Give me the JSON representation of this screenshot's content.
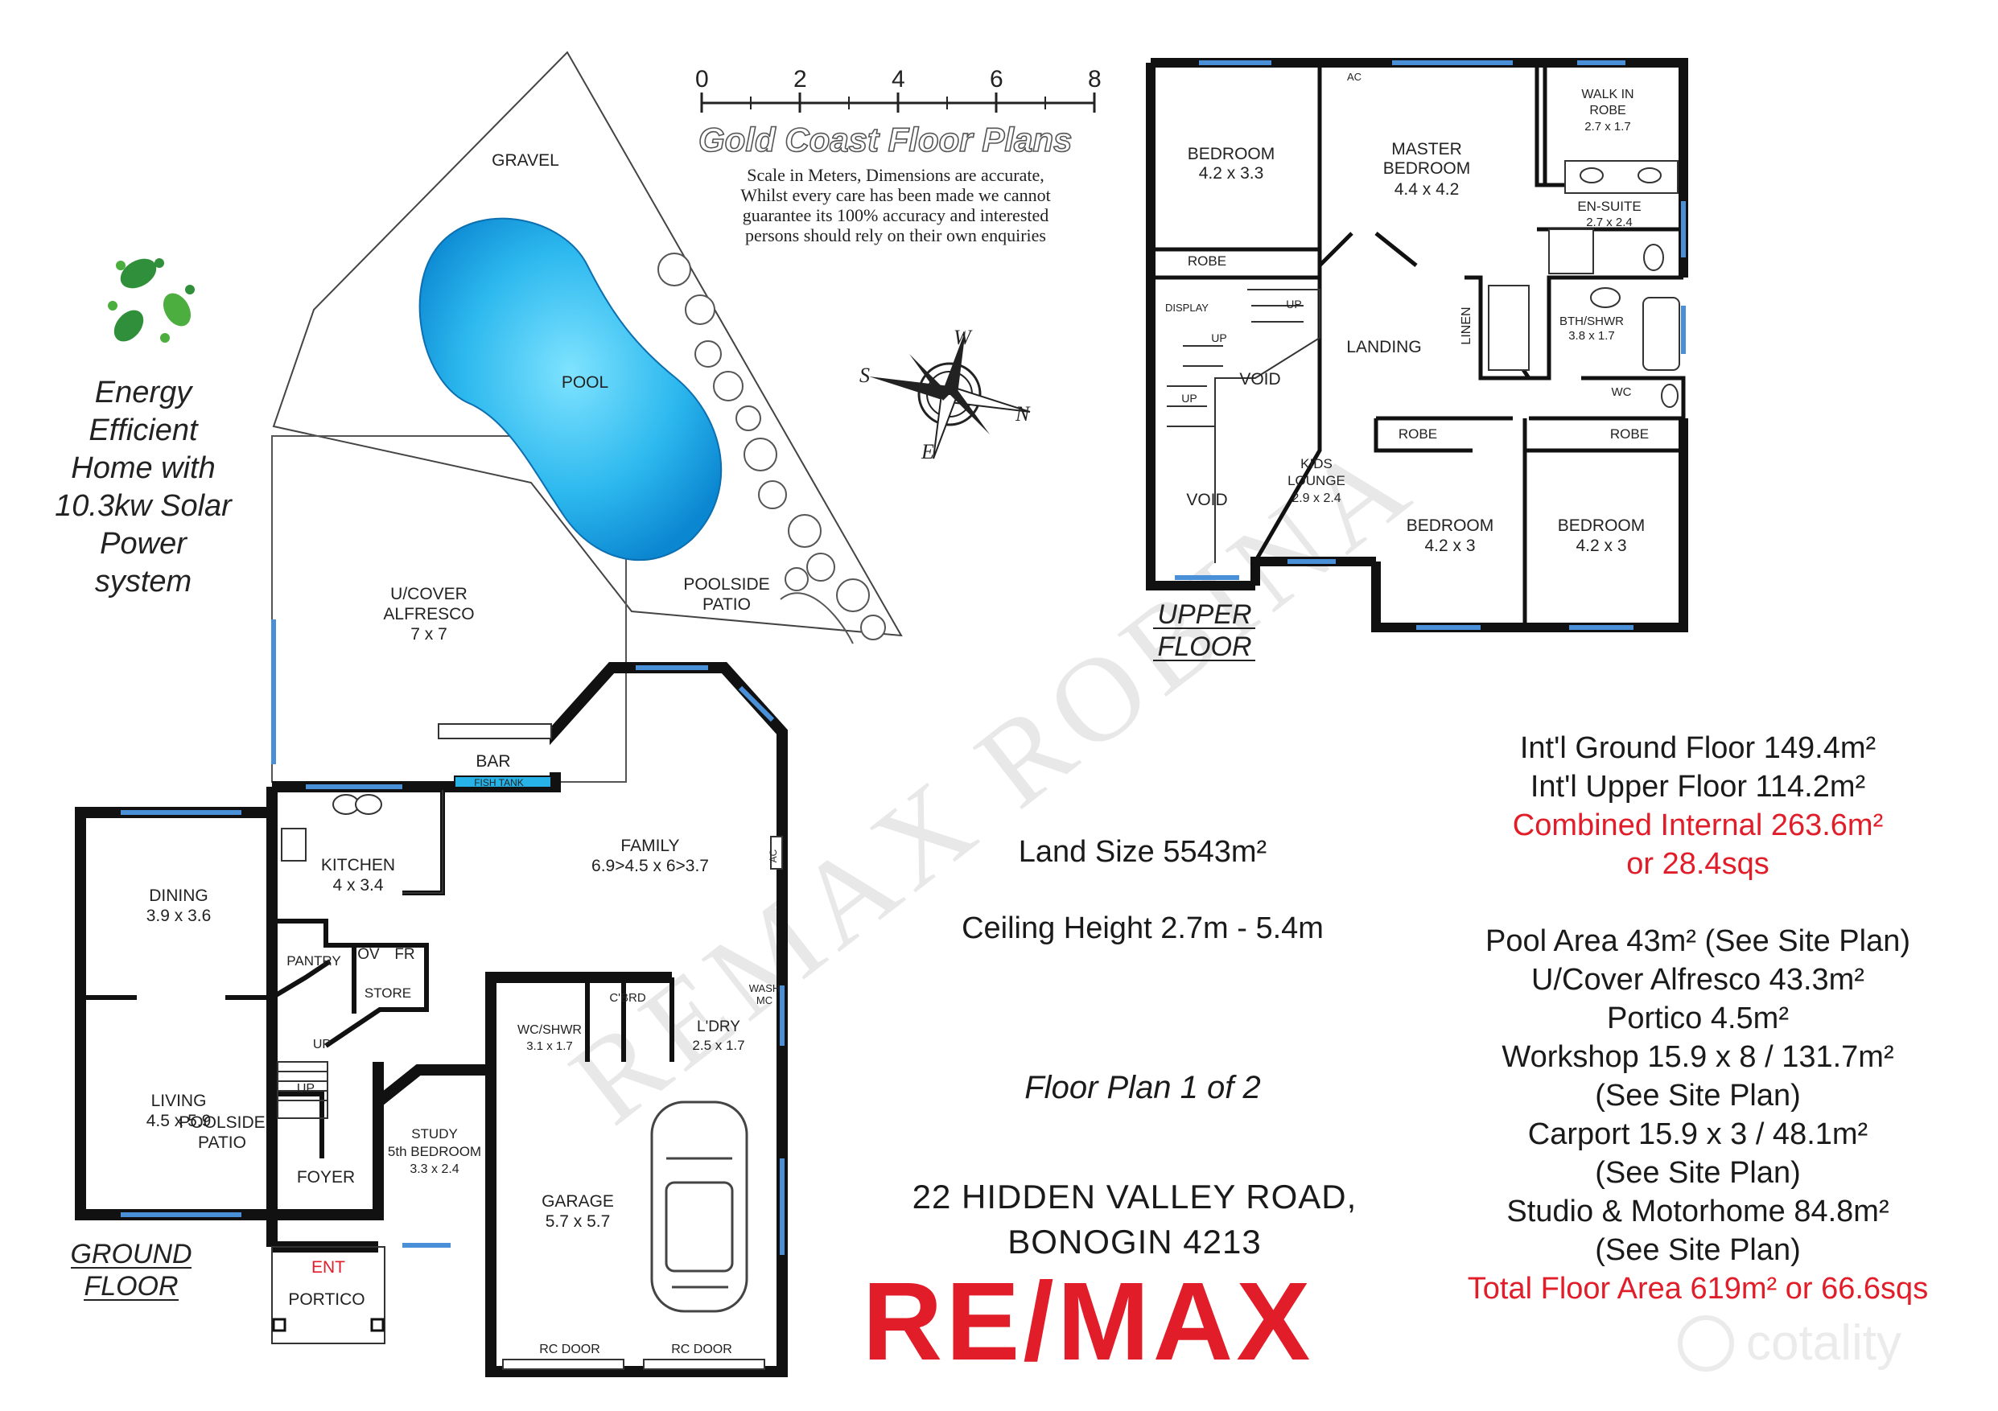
{
  "scale": {
    "ticks": [
      "0",
      "2",
      "4",
      "6",
      "8"
    ],
    "brand": "Gold Coast Floor Plans",
    "disclaimer": [
      "Scale in Meters, Dimensions are accurate,",
      "Whilst every care has been made we cannot",
      "guarantee its 100% accuracy and interested",
      "persons should rely on their own enquiries"
    ]
  },
  "energy": {
    "lines": [
      "Energy",
      "Efficient",
      "Home with",
      "10.3kw Solar",
      "Power",
      "system"
    ]
  },
  "compass": {
    "s": "S",
    "w": "W",
    "n": "N",
    "e": "E"
  },
  "ground_floor": {
    "label_line1": "GROUND",
    "label_line2": "FLOOR",
    "rooms": {
      "gravel": "GRAVEL",
      "pool": "POOL",
      "poolside_patio_l1": "POOLSIDE",
      "poolside_patio_l2": "PATIO",
      "alfresco_l1": "U/COVER",
      "alfresco_l2": "ALFRESCO",
      "alfresco_dim": "7 x 7",
      "bar": "BAR",
      "fish_tank": "FISH TANK",
      "kitchen": "KITCHEN",
      "kitchen_dim": "4 x 3.4",
      "family": "FAMILY",
      "family_dim": "6.9>4.5 x 6>3.7",
      "dining": "DINING",
      "dining_dim": "3.9 x 3.6",
      "pantry": "PANTRY",
      "ov": "OV",
      "fr": "FR",
      "store": "STORE",
      "wc_shwr": "WC/SHWR",
      "wc_shwr_dim": "3.1 x 1.7",
      "cbrd": "C'BRD",
      "ldry": "L'DRY",
      "ldry_dim": "2.5 x 1.7",
      "wash_l1": "WASH",
      "wash_l2": "MC",
      "living": "LIVING",
      "living_dim": "4.5 x 5.9",
      "study": "STUDY",
      "study_l2": "5th BEDROOM",
      "study_dim": "3.3 x 2.4",
      "foyer": "FOYER",
      "ent": "ENT",
      "portico": "PORTICO",
      "garage": "GARAGE",
      "garage_dim": "5.7 x 5.7",
      "rc_door_1": "RC DOOR",
      "rc_door_2": "RC DOOR",
      "up_1": "UP",
      "up_2": "UP",
      "ac": "AC"
    }
  },
  "upper_floor": {
    "label_line1": "UPPER",
    "label_line2": "FLOOR",
    "rooms": {
      "bedroom1": "BEDROOM",
      "bedroom1_dim": "4.2 x 3.3",
      "robe1": "ROBE",
      "master_l1": "MASTER",
      "master_l2": "BEDROOM",
      "master_dim": "4.4 x 4.2",
      "ac": "AC",
      "wir_l1": "WALK IN",
      "wir_l2": "ROBE",
      "wir_dim": "2.7 x 1.7",
      "ensuite": "EN-SUITE",
      "ensuite_dim": "2.7 x 2.4",
      "display": "DISPLAY",
      "up_a": "UP",
      "up_b": "UP",
      "up_c": "UP",
      "void1": "VOID",
      "void2": "VOID",
      "landing": "LANDING",
      "linen": "LINEN",
      "bth": "BTH/SHWR",
      "bth_dim": "3.8 x 1.7",
      "wc": "WC",
      "kids_l1": "KIDS",
      "kids_l2": "LOUNGE",
      "kids_dim": "2.9 x 2.4",
      "robe2": "ROBE",
      "bedroom2": "BEDROOM",
      "bedroom2_dim": "4.2 x 3",
      "robe3": "ROBE",
      "bedroom3": "BEDROOM",
      "bedroom3_dim": "4.2 x 3"
    }
  },
  "center": {
    "land_size": "Land Size 5543m²",
    "ceiling": "Ceiling Height 2.7m - 5.4m",
    "plan_no": "Floor Plan 1 of 2",
    "address_l1": "22 HIDDEN VALLEY ROAD,",
    "address_l2": "BONOGIN 4213",
    "logo": "RE/MAX"
  },
  "areas": {
    "ground": "Int'l Ground Floor 149.4m²",
    "upper": "Int'l Upper Floor 114.2m²",
    "combined": "Combined Internal 263.6m²",
    "combined_sqs": "or 28.4sqs",
    "pool": "Pool Area 43m² (See Site Plan)",
    "alfresco": "U/Cover Alfresco 43.3m²",
    "portico": "Portico 4.5m²",
    "workshop": "Workshop 15.9 x 8 / 131.7m²",
    "workshop_note": "(See Site Plan)",
    "carport": "Carport 15.9  x 3 / 48.1m²",
    "carport_note": "(See Site Plan)",
    "studio": "Studio & Motorhome 84.8m²",
    "studio_note": "(See Site Plan)",
    "total": "Total Floor Area 619m² or 66.6sqs"
  },
  "watermarks": {
    "remax": "REMAX ROBINA",
    "cotality": "cotality"
  },
  "colors": {
    "wall": "#111111",
    "pool": "#27b3e8",
    "window": "#4a90d9",
    "red": "#e11d2a",
    "blue_logo": "#1b4fa0",
    "green": "#3a9a3a"
  }
}
